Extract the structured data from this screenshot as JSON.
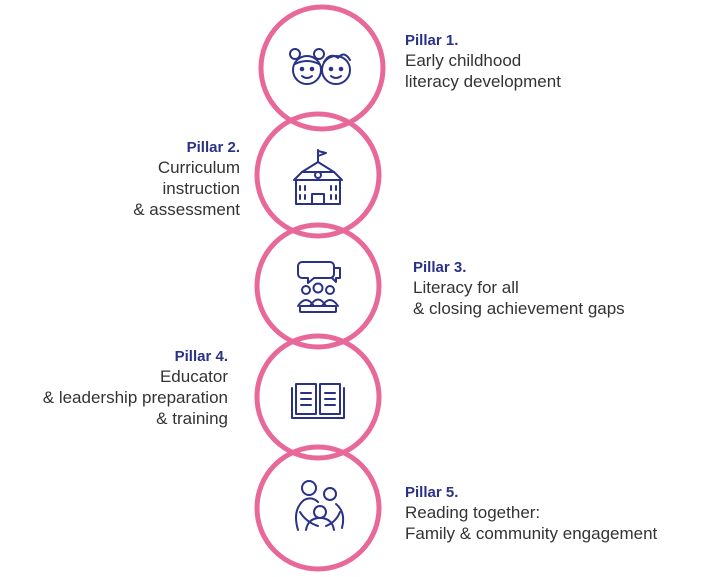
{
  "pillars": [
    {
      "title": "Pillar 1.",
      "lines": [
        "Early childhood",
        "literacy development"
      ],
      "icon": "children-faces-icon"
    },
    {
      "title": "Pillar 2.",
      "lines": [
        "Curriculum",
        "instruction",
        "& assessment"
      ],
      "icon": "schoolhouse-icon"
    },
    {
      "title": "Pillar 3.",
      "lines": [
        "Literacy for all",
        "& closing achievement gaps"
      ],
      "icon": "group-discussion-icon"
    },
    {
      "title": "Pillar 4.",
      "lines": [
        "Educator",
        "& leadership preparation",
        "& training"
      ],
      "icon": "open-book-icon"
    },
    {
      "title": "Pillar 5.",
      "lines": [
        "Reading together:",
        "Family & community engagement"
      ],
      "icon": "family-hug-icon"
    }
  ],
  "colors": {
    "ring": "#e8689a",
    "icon": "#2a3287",
    "title": "#2a3287",
    "text": "#333333"
  }
}
